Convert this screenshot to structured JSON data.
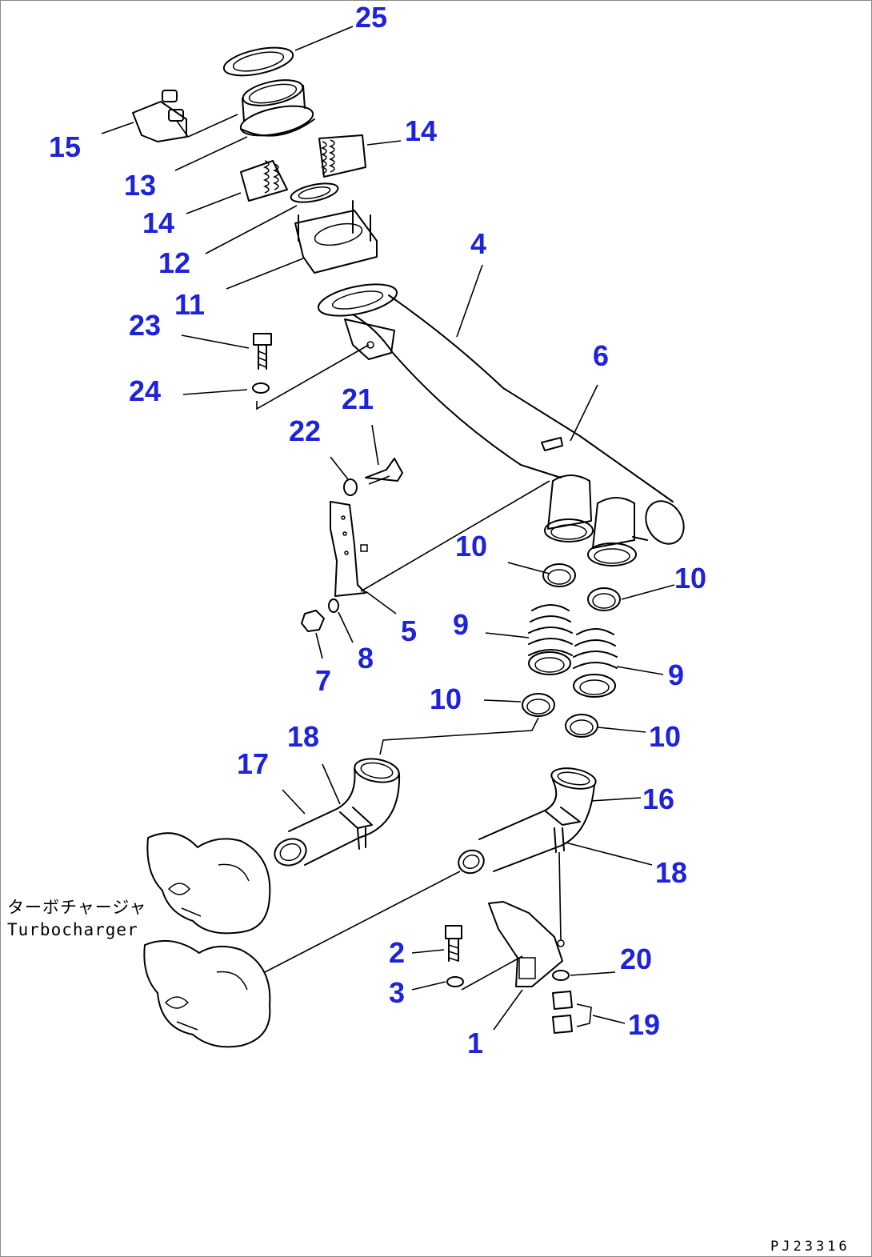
{
  "drawing_code": "PJ23316",
  "turbocharger_label_jp": "ターボチャージャ",
  "turbocharger_label_en": "Turbocharger",
  "colors": {
    "part_number": "#1e22d8",
    "line": "#000000",
    "border": "#888888"
  },
  "parts": [
    {
      "id": "p25",
      "number": "25"
    },
    {
      "id": "p15",
      "number": "15"
    },
    {
      "id": "p13",
      "number": "13"
    },
    {
      "id": "p14a",
      "number": "14"
    },
    {
      "id": "p14b",
      "number": "14"
    },
    {
      "id": "p12",
      "number": "12"
    },
    {
      "id": "p11",
      "number": "11"
    },
    {
      "id": "p4",
      "number": "4"
    },
    {
      "id": "p23",
      "number": "23"
    },
    {
      "id": "p24",
      "number": "24"
    },
    {
      "id": "p6",
      "number": "6"
    },
    {
      "id": "p21",
      "number": "21"
    },
    {
      "id": "p22",
      "number": "22"
    },
    {
      "id": "p10a",
      "number": "10"
    },
    {
      "id": "p10b",
      "number": "10"
    },
    {
      "id": "p5",
      "number": "5"
    },
    {
      "id": "p9a",
      "number": "9"
    },
    {
      "id": "p8",
      "number": "8"
    },
    {
      "id": "p9b",
      "number": "9"
    },
    {
      "id": "p7",
      "number": "7"
    },
    {
      "id": "p10c",
      "number": "10"
    },
    {
      "id": "p10d",
      "number": "10"
    },
    {
      "id": "p18a",
      "number": "18"
    },
    {
      "id": "p17",
      "number": "17"
    },
    {
      "id": "p16",
      "number": "16"
    },
    {
      "id": "p18b",
      "number": "18"
    },
    {
      "id": "p2",
      "number": "2"
    },
    {
      "id": "p20",
      "number": "20"
    },
    {
      "id": "p3",
      "number": "3"
    },
    {
      "id": "p19",
      "number": "19"
    },
    {
      "id": "p1",
      "number": "1"
    }
  ]
}
